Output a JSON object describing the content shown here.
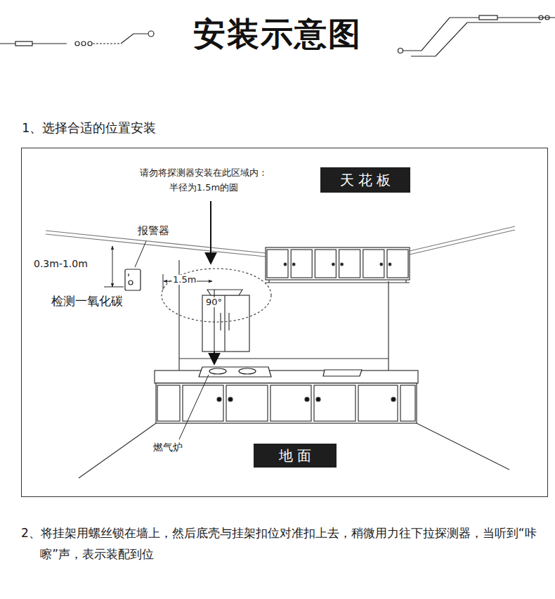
{
  "diagram": {
    "title": "安装示意图",
    "nodes": [
      {
        "text": [
          "1、选择合适的位置安装"
        ]
      },
      {
        "text": [
          "天 花 板"
        ],
        "in": 0
      },
      {
        "text": [
          "地 面"
        ],
        "in": 0
      }
    ],
    "labels": [
      "请勿将探测器安装在此区域内：",
      "半径为1.5m的圆",
      "报警器",
      "0.3m-1.0m",
      "检测一氧化碳",
      "1.5m",
      "90°",
      "燃气炉",
      "2、将挂架用螺丝锁在墙上，然后底壳与挂架扣位对准扣上去，稍微用力往下拉探测器，当听到“咔嚓”声，表示装配到位"
    ]
  }
}
